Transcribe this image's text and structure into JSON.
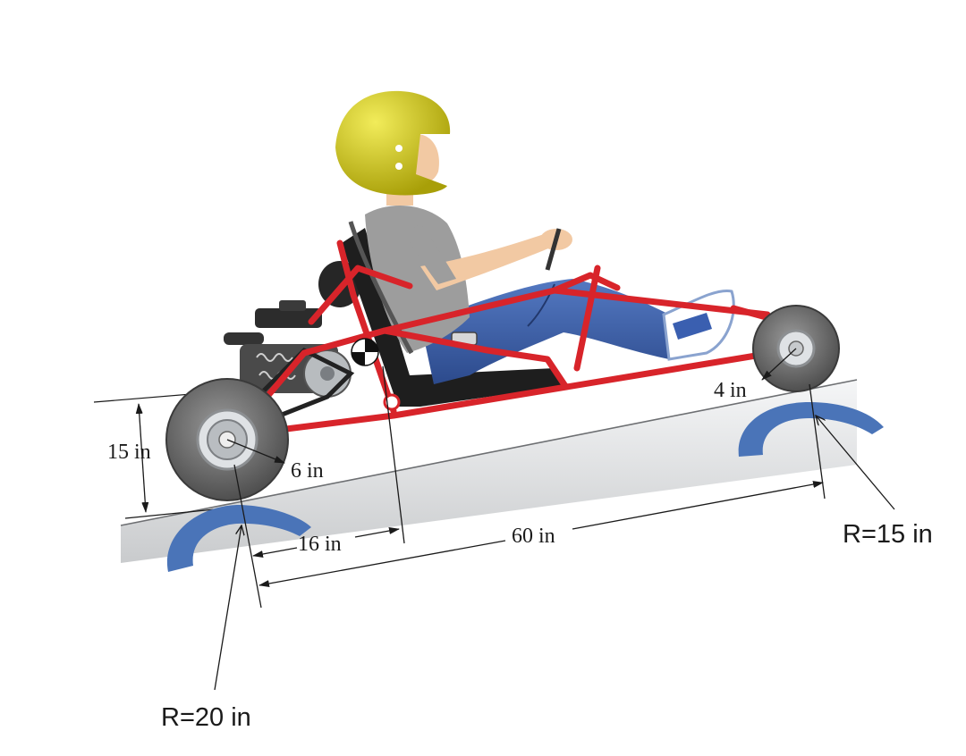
{
  "labels": {
    "height": "15 in",
    "rear_wheel_radius": "6 in",
    "front_wheel_radius": "4 in",
    "cg_offset": "16 in",
    "wheelbase": "60 in",
    "rear_curvature": "R=20 in",
    "front_curvature": "R=15 in"
  },
  "colors": {
    "frame": "#d8242a",
    "helmet": "#d4cc10",
    "shirt": "#9a9a9a",
    "jeans": "#3b5ea8",
    "skin": "#f2c9a3",
    "tire": "#6f6f6f",
    "bump": "#4a74b8",
    "ground": "#e4e6e8"
  },
  "icons": {
    "cg_marker": "center-of-gravity-icon"
  }
}
